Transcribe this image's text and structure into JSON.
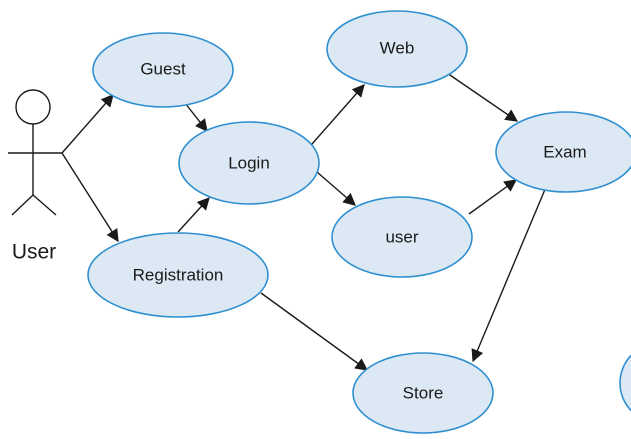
{
  "actor": {
    "label": "User"
  },
  "nodes": {
    "guest": "Guest",
    "login": "Login",
    "web": "Web",
    "user": "user",
    "exam": "Exam",
    "registration": "Registration",
    "store": "Store"
  },
  "colors": {
    "ellipse_fill": "#dce9f5",
    "ellipse_stroke": "#2f8fd0",
    "line": "#1a1a1a"
  }
}
